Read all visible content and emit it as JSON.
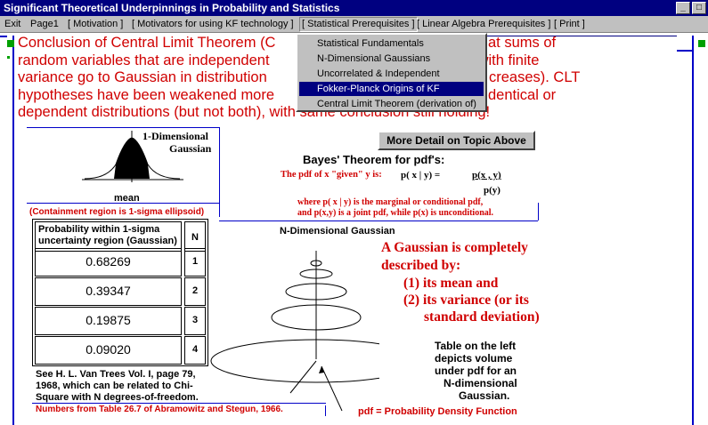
{
  "window": {
    "title": "Significant Theoretical Underpinnings in Probability and Statistics"
  },
  "menu": {
    "items": [
      "Exit",
      "Page1",
      "[ Motivation ]",
      "[ Motivators for using KF technology ]",
      "[ Statistical Prerequisites ]",
      "[ Linear Algebra Prerequisites ]",
      "[ Print ]"
    ]
  },
  "dropdown": {
    "items": [
      "Statistical Fundamentals",
      "N-Dimensional Gaussians",
      "Uncorrelated & Independent",
      "Fokker-Planck Origins of KF",
      "Central Limit Theorem (derivation of)"
    ],
    "highlighted_index": 3
  },
  "clt": {
    "lines": [
      "Conclusion of Central Limit Theorem (C",
      "random variables that are independent",
      "variance go to Gaussian in distribution",
      "hypotheses have been weakened more",
      "dependent distributions (but not both), with same conclusion still holding!"
    ],
    "right_fragments": [
      "at sums of",
      "iid) with finite",
      "creases). CLT",
      "dentical or"
    ]
  },
  "gaussian_1d": {
    "title_line1": "1-Dimensional",
    "title_line2": "Gaussian",
    "axis_label": "mean"
  },
  "containment_note": "(Containment region is 1-sigma ellipsoid)",
  "more_button": "More Detail on Topic Above",
  "bayes": {
    "title": "Bayes' Theorem for pdf's:",
    "line1": "The pdf of x \"given\" y is:",
    "formula_lhs": "p( x | y)  =",
    "formula_num": "p(x , y)",
    "formula_den": "p(y)",
    "where_line1": "where    p( x | y)    is the marginal or conditional pdf,",
    "where_line2": "and p(x,y) is a joint pdf, while p(x) is unconditional."
  },
  "nd_title": "N-Dimensional Gaussian",
  "gaussian_desc": {
    "line1": "A Gaussian is completely",
    "line2": "described by:",
    "line3": "(1) its mean and",
    "line4": "(2) its variance (or its",
    "line5": "standard deviation)"
  },
  "table": {
    "header_prob": "Probability within 1-sigma uncertainty region (Gaussian)",
    "header_n": "N",
    "rows": [
      {
        "p": "0.68269",
        "n": "1"
      },
      {
        "p": "0.39347",
        "n": "2"
      },
      {
        "p": "0.19875",
        "n": "3"
      },
      {
        "p": "0.09020",
        "n": "4"
      }
    ]
  },
  "table_note": {
    "line1": "Table on the left",
    "line2": "depicts volume",
    "line3": "under pdf for an",
    "line4": "N-dimensional",
    "line5": "Gaussian."
  },
  "ref": {
    "line1": "See H. L. Van Trees Vol. I, page 79,",
    "line2": "1968, which can be related to Chi-",
    "line3": "Square with N degrees-of-freedom.",
    "line4": "Numbers from Table 26.7 of Abramowitz and Stegun, 1966."
  },
  "pdf_def": "pdf = Probability Density Function",
  "colors": {
    "title_bar": "#000080",
    "accent_red": "#d00000",
    "frame_blue": "#0000c8",
    "corner_green": "#00a000"
  }
}
